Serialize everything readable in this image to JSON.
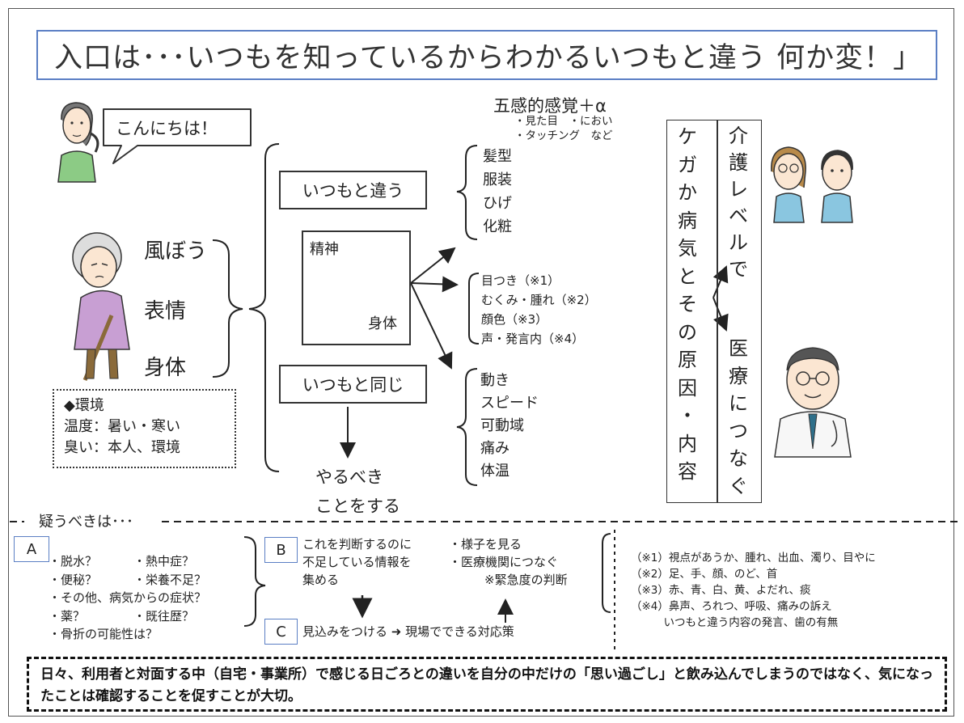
{
  "title": "入口は･･･いつもを知っているからわかるいつもと違う 何か変！」",
  "greeting": "こんにちは！",
  "left_items": [
    "風ぼう",
    "表情",
    "身体"
  ],
  "environment": {
    "heading": "◆環境",
    "lines": [
      "温度：暑い・寒い",
      "臭い：本人、環境"
    ]
  },
  "box_different": "いつもと違う",
  "box_same": "いつもと同じ",
  "mind_body": {
    "mind": "精神",
    "body": "身体"
  },
  "do_what": [
    "やるべき",
    "ことをする"
  ],
  "five_senses": {
    "heading": "五感的感覚＋α",
    "lines": [
      "・見た目　・におい",
      "・タッチング　など"
    ]
  },
  "appearance_items": [
    "髪型",
    "服装",
    "ひげ",
    "化粧"
  ],
  "body_signs": [
    "目つき（※1）",
    "むくみ・腫れ（※2）",
    "顔色（※3）",
    "声・発言内（※4）"
  ],
  "movement_items": [
    "動き",
    "スピード",
    "可動域",
    "痛み",
    "体温"
  ],
  "vertical_cause": [
    "ケ",
    "ガ",
    "か",
    "病",
    "気",
    "と",
    "そ",
    "の",
    "原",
    "因",
    "・",
    "内",
    "容"
  ],
  "vertical_care": [
    "介",
    "護",
    "レ",
    "ベ",
    "ル",
    "で"
  ],
  "vertical_medical": [
    "医",
    "療",
    "に",
    "つ",
    "な",
    "ぐ"
  ],
  "suspect_label": "疑うべきは･･･",
  "section_a": {
    "label": "A",
    "lines": [
      "・脱水？　　　・熱中症？",
      "・便秘？　　　・栄養不足？",
      "・その他、病気からの症状？",
      "・薬？　　　　・既往歴？",
      "・骨折の可能性は？"
    ]
  },
  "section_b": {
    "label": "B",
    "left_lines": [
      "これを判断するのに",
      "不足している情報を",
      "集める"
    ],
    "right_lines": [
      "・様子を見る",
      "・医療機関につなぐ",
      "※緊急度の判断"
    ]
  },
  "section_c": {
    "label": "C",
    "text": "見込みをつける ➜ 現場でできる対応策"
  },
  "notes": [
    "（※1）視点があうか、腫れ、出血、濁り、目やに",
    "（※2）足、手、顔、のど、首",
    "（※3）赤、青、白、黄、よだれ、痰",
    "（※4）鼻声、ろれつ、呼吸、痛みの訴え",
    "　　　いつもと違う内容の発言、歯の有無"
  ],
  "bottom_message": "日々、利用者と対面する中（自宅・事業所）で感じる日ごろとの違いを自分の中だけの「思い過ごし」と飲み込んでしまうのではなく、気になったことは確認することを促すことが大切。"
}
